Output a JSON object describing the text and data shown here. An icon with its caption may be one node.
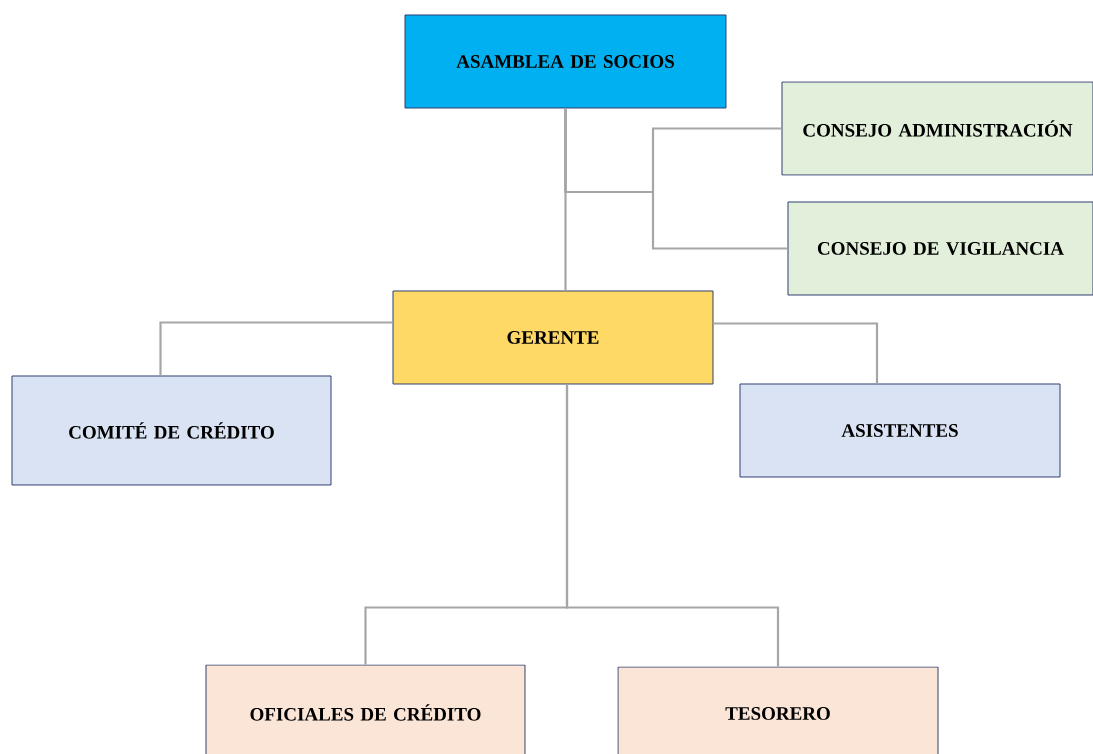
{
  "diagram": {
    "nodes": [
      {
        "text": [
          "ASAMBLEA DE SOCIOS"
        ]
      },
      {
        "text": [
          "CONSEJO ADMINISTRACIÓN"
        ]
      },
      {
        "text": [
          "CONSEJO DE VIGILANCIA"
        ]
      },
      {
        "text": [
          "GERENTE"
        ]
      },
      {
        "text": [
          "COMITÉ DE CRÉDITO"
        ]
      },
      {
        "text": [
          "ASISTENTES"
        ]
      },
      {
        "text": [
          "OFICIALES DE CRÉDITO"
        ]
      },
      {
        "text": [
          "TESORERO"
        ]
      }
    ],
    "edges": [
      {
        "from": 0,
        "to": 3,
        "arrow": "none"
      },
      {
        "from": 0,
        "to": 1,
        "arrow": "none"
      },
      {
        "from": 0,
        "to": 2,
        "arrow": "none"
      },
      {
        "from": 3,
        "to": 4,
        "arrow": "none"
      },
      {
        "from": 3,
        "to": 5,
        "arrow": "none"
      },
      {
        "from": 3,
        "to": 6,
        "arrow": "none"
      },
      {
        "from": 3,
        "to": 7,
        "arrow": "none"
      }
    ]
  }
}
